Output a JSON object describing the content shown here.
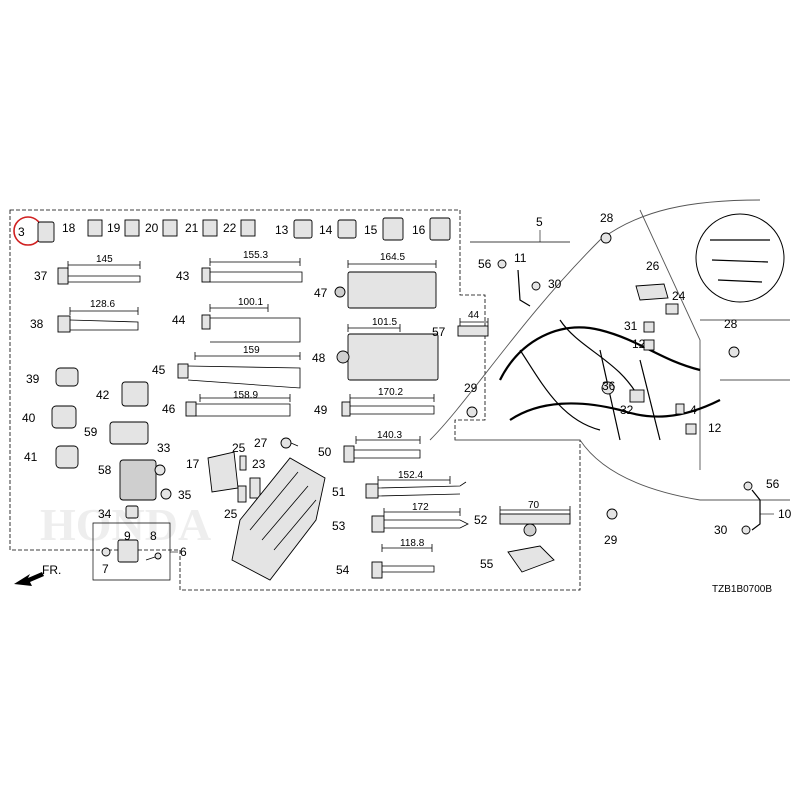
{
  "diagram": {
    "ref_code": "TZB1B0700B",
    "direction_label": "FR.",
    "watermark": "HONDA",
    "highlighted_callout": "3",
    "callouts": {
      "c3": "3",
      "c18": "18",
      "c19": "19",
      "c20": "20",
      "c21": "21",
      "c22": "22",
      "c13": "13",
      "c14": "14",
      "c15": "15",
      "c16": "16",
      "c37": "37",
      "c38": "38",
      "c39": "39",
      "c40": "40",
      "c41": "41",
      "c42": "42",
      "c59": "59",
      "c58": "58",
      "c33": "33",
      "c35": "35",
      "c34": "34",
      "c9": "9",
      "c8": "8",
      "c7": "7",
      "c6": "6",
      "c43": "43",
      "c44": "44",
      "c45": "45",
      "c46": "46",
      "c17": "17",
      "c25a": "25",
      "c23": "23",
      "c25b": "25",
      "c27": "27",
      "c47": "47",
      "c48": "48",
      "c49": "49",
      "c50": "50",
      "c51": "51",
      "c53": "53",
      "c54": "54",
      "c52": "52",
      "c55": "55",
      "c57": "57",
      "c5": "5",
      "c11": "11",
      "c56a": "56",
      "c30a": "30",
      "c28a": "28",
      "c26": "26",
      "c24": "24",
      "c31": "31",
      "c12a": "12",
      "c28b": "28",
      "c36": "36",
      "c29a": "29",
      "c32": "32",
      "c4": "4",
      "c12b": "12",
      "c56b": "56",
      "c10": "10",
      "c29b": "29",
      "c30b": "30"
    },
    "dimensions": {
      "d37": "145",
      "d38": "128.6",
      "d43": "155.3",
      "d44": "100.1",
      "d45": "159",
      "d46": "158.9",
      "d47": "164.5",
      "d48": "101.5",
      "d49": "170.2",
      "d50": "140.3",
      "d51": "152.4",
      "d53": "172",
      "d54": "118.8",
      "d52": "70",
      "d57": "44"
    }
  }
}
